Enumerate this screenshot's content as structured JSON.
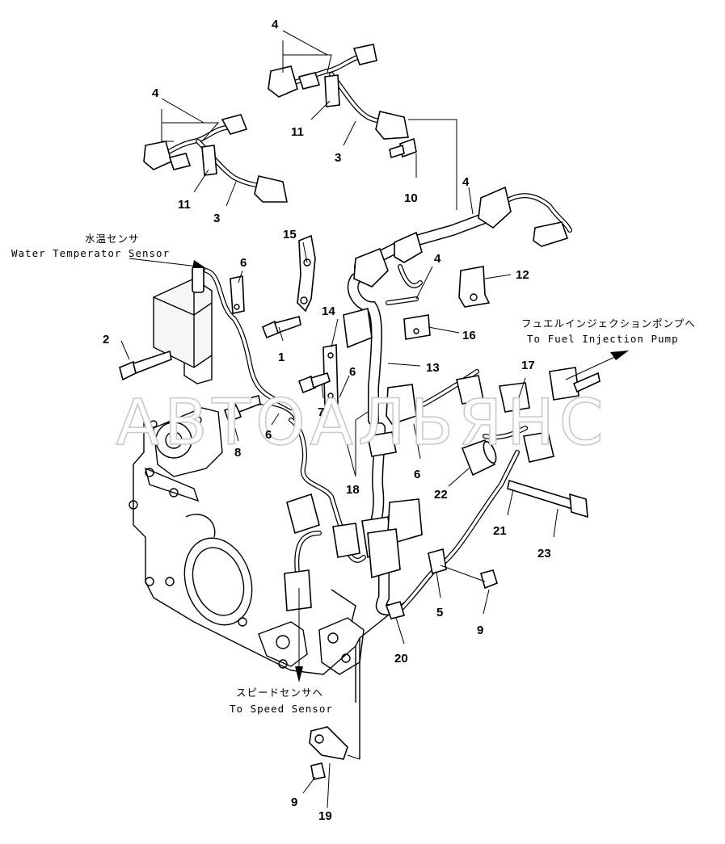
{
  "callouts": [
    {
      "id": "c4a",
      "text": "4"
    },
    {
      "id": "c4b",
      "text": "4"
    },
    {
      "id": "c11a",
      "text": "11"
    },
    {
      "id": "c3a",
      "text": "3"
    },
    {
      "id": "c11b",
      "text": "11"
    },
    {
      "id": "c3b",
      "text": "3"
    },
    {
      "id": "c10",
      "text": "10"
    },
    {
      "id": "c4c",
      "text": "4"
    },
    {
      "id": "c15",
      "text": "15"
    },
    {
      "id": "c6a",
      "text": "6"
    },
    {
      "id": "c4d",
      "text": "4"
    },
    {
      "id": "c12",
      "text": "12"
    },
    {
      "id": "c14",
      "text": "14"
    },
    {
      "id": "c2",
      "text": "2"
    },
    {
      "id": "c1",
      "text": "1"
    },
    {
      "id": "c16",
      "text": "16"
    },
    {
      "id": "c13",
      "text": "13"
    },
    {
      "id": "c6b",
      "text": "6"
    },
    {
      "id": "c17",
      "text": "17"
    },
    {
      "id": "c7",
      "text": "7"
    },
    {
      "id": "c6c",
      "text": "6"
    },
    {
      "id": "c8",
      "text": "8"
    },
    {
      "id": "c6d",
      "text": "6"
    },
    {
      "id": "c18",
      "text": "18"
    },
    {
      "id": "c22",
      "text": "22"
    },
    {
      "id": "c21",
      "text": "21"
    },
    {
      "id": "c23",
      "text": "23"
    },
    {
      "id": "c5",
      "text": "5"
    },
    {
      "id": "c9a",
      "text": "9"
    },
    {
      "id": "c20",
      "text": "20"
    },
    {
      "id": "c9b",
      "text": "9"
    },
    {
      "id": "c19",
      "text": "19"
    }
  ],
  "notes": {
    "water_sensor_jp": "水温センサ",
    "water_sensor_en": "Water Temperator Sensor",
    "fuel_pump_jp": "フュエルインジェクションポンプへ",
    "fuel_pump_en": "To Fuel Injection Pump",
    "speed_sensor_jp": "スピードセンサへ",
    "speed_sensor_en": "To Speed Sensor"
  },
  "watermark": "АВТОАЛЬЯНС"
}
